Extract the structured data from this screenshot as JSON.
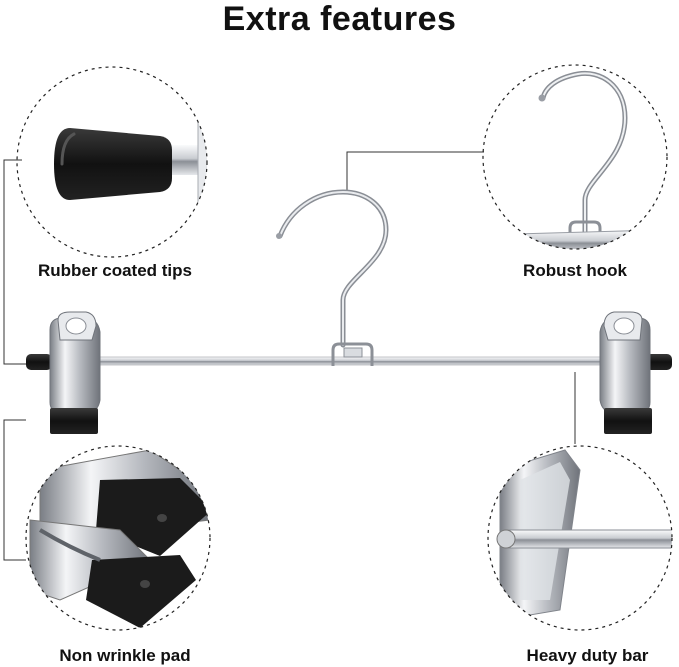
{
  "title": "Extra features",
  "features": [
    {
      "label": "Rubber coated tips",
      "icon": "rubber-tip-icon"
    },
    {
      "label": "Robust hook",
      "icon": "hook-icon"
    },
    {
      "label": "Non wrinkle pad",
      "icon": "clip-pad-icon"
    },
    {
      "label": "Heavy duty bar",
      "icon": "bar-icon"
    }
  ],
  "colors": {
    "chrome_light": "#f1f2f4",
    "chrome_mid": "#b9bcc2",
    "chrome_dark": "#6d7078",
    "rubber": "#1a1a1a",
    "leader_line": "#333333"
  }
}
